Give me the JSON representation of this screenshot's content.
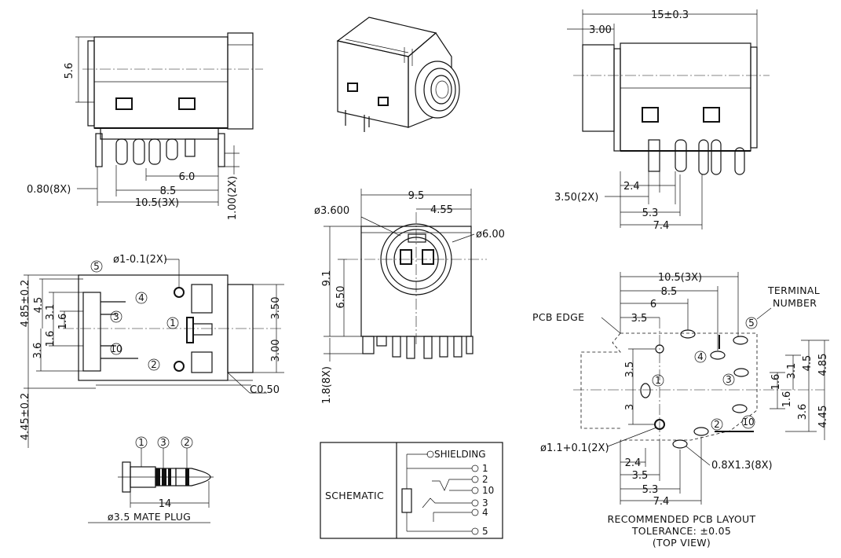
{
  "front_view": {
    "height": "5.6",
    "pin_width": "0.80(8X)",
    "d1": "6.0",
    "d2": "8.5",
    "d3": "10.5(3X)",
    "offset": "1.00(2X)"
  },
  "side_view": {
    "width": "15±0.3",
    "overhang": "3.00",
    "pin_pitch": "3.50(2X)",
    "d1": "2.4",
    "d2": "5.3",
    "d3": "7.4"
  },
  "end_view": {
    "width": "9.5",
    "half": "4.55",
    "hole_small": "ø3.600",
    "hole_large": "ø6.00",
    "h1": "9.1",
    "h2": "6.50",
    "pin": "1.8(8X)"
  },
  "bottom_view": {
    "pin5": "5",
    "pin4": "4",
    "pin3": "3",
    "pin1": "1",
    "pin10": "10",
    "pin2": "2",
    "hole_tol": "ø1-0.1(2X)",
    "v1": "4.85±0.2",
    "v2": "4.5",
    "v3": "3.1",
    "v4": "1.6",
    "v5": "1.6",
    "v6": "3.6",
    "v7": "4.45±0.2",
    "r1": "3.50",
    "r2": "3.00",
    "chamfer": "C0.50"
  },
  "plug": {
    "n1": "1",
    "n3": "3",
    "n2": "2",
    "length": "14",
    "caption": "ø3.5 MATE PLUG"
  },
  "schematic": {
    "label": "SCHEMATIC",
    "pins": [
      "SHIELDING",
      "1",
      "2",
      "10",
      "3",
      "4",
      "5"
    ]
  },
  "pcb": {
    "edge": "PCB EDGE",
    "terminal": [
      "TERMINAL",
      "NUMBER"
    ],
    "t1": "10.5(3X)",
    "t2": "8.5",
    "t3": "6",
    "t4": "3.5",
    "v1": "3.5",
    "v2": "3",
    "hole": "ø1.1+0.1(2X)",
    "b1": "2.4",
    "b2": "3.5",
    "b3": "5.3",
    "b4": "7.4",
    "slot": "0.8X1.3(8X)",
    "rv1": "4.5",
    "rv2": "4.85",
    "rv3": "3.1",
    "rv4": "1.6",
    "rv5": "1.6",
    "rv6": "3.6",
    "rv7": "4.45",
    "pins": [
      "5",
      "4",
      "3",
      "1",
      "2",
      "10"
    ],
    "caption": [
      "RECOMMENDED PCB LAYOUT",
      "TOLERANCE: ±0.05",
      "(TOP VIEW)"
    ]
  }
}
